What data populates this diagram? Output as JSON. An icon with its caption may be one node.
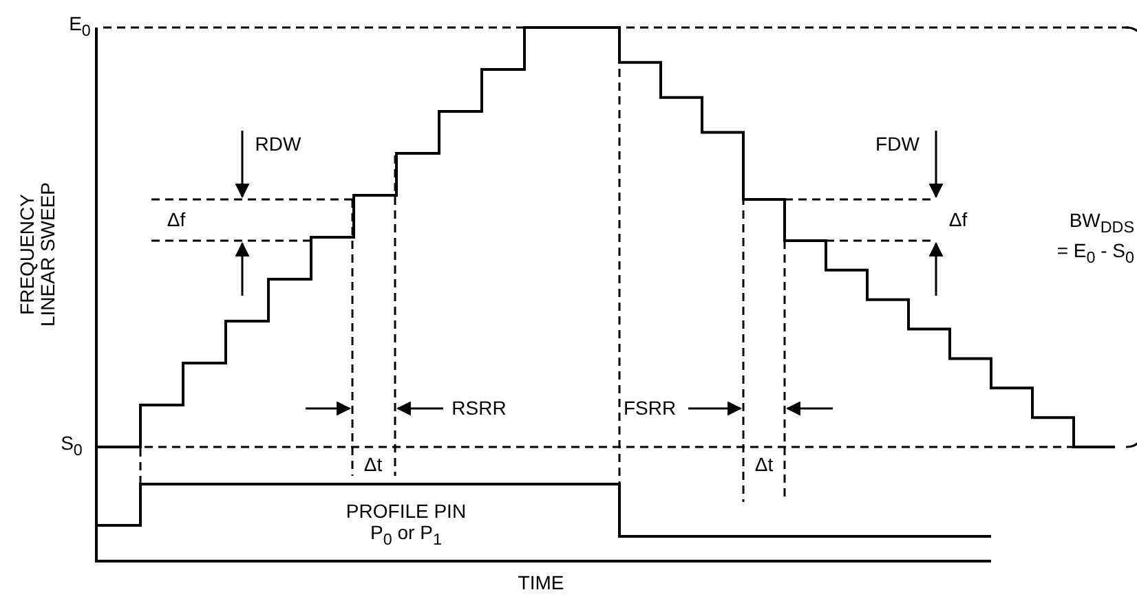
{
  "diagram": {
    "labels": [
      "E$_{0}$",
      "S$_{0}$",
      "FREQUENCY LINEAR SWEEP",
      "RDW",
      "Δf",
      "RSRR",
      "Δt",
      "FSRR",
      "FDW",
      "Δf",
      "Δt",
      "BW$_{DDS}$",
      "= E$_{0}$ - S$_{0}$",
      "PROFILE PIN",
      "P$_{0}$ or P$_{1}$",
      "TIME"
    ]
  }
}
